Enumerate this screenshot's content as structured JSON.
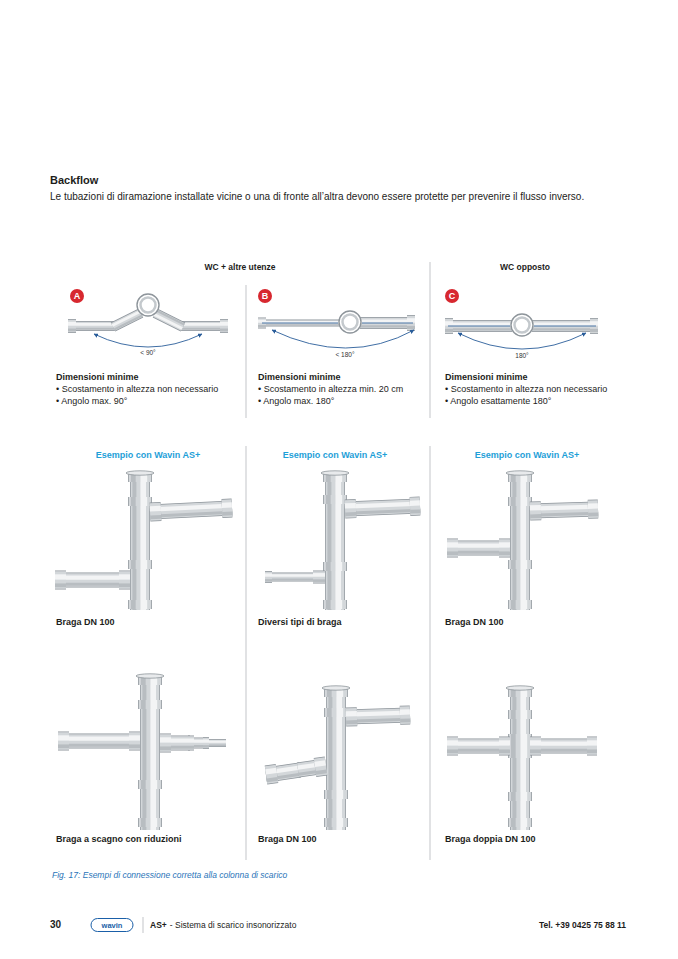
{
  "diagram": {
    "title": "Backflow",
    "caption": "Fig. 17: Esempi di connessione corretta alla colonna di scarico",
    "nodes": [
      {
        "text": [
          "A"
        ]
      },
      {
        "text": [
          "B"
        ]
      },
      {
        "text": [
          "C"
        ]
      }
    ],
    "labels": [
      "Le tubazioni di diramazione installate vicine o una di fronte all’altra devono essere protette per prevenire il flusso inverso.",
      "WC + altre utenze",
      "WC opposto",
      "< 90°",
      "< 180°",
      "180°",
      "Dimensioni minime",
      "• Scostamento in altezza non necessario",
      "• Angolo max. 90°",
      "Dimensioni minime",
      "• Scostamento in altezza min. 20 cm",
      "• Angolo max. 180°",
      "Dimensioni minime",
      "• Scostamento in altezza non necessario",
      "• Angolo esattamente 180°",
      "Esempio con Wavin AS+",
      "Esempio con Wavin AS+",
      "Esempio con Wavin AS+",
      "Braga DN 100",
      "Diversi tipi di braga",
      "Braga DN 100",
      "Braga a scagno con riduzioni",
      "Braga DN 100",
      "Braga doppia DN 100",
      "30",
      "wavin",
      "AS+",
      "- Sistema di scarico insonorizzato",
      "Tel. +39 0425 75 88 11"
    ]
  }
}
